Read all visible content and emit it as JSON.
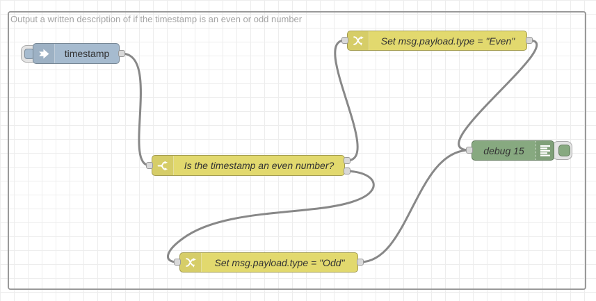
{
  "workspace": {
    "group": {
      "label": "Output a written description of if the timestamp is an even or odd number",
      "border_color": "#999999",
      "label_color": "#a4a4a4"
    },
    "nodes": {
      "inject": {
        "type": "inject",
        "label": "timestamp",
        "color": "#a6bbcf",
        "outputs": 1
      },
      "switch": {
        "type": "switch",
        "label": "Is the timestamp an even number?",
        "color": "#e2d96e",
        "outputs": 2
      },
      "change_even": {
        "type": "change",
        "label": "Set msg.payload.type = \"Even\"",
        "color": "#e2d96e",
        "outputs": 1
      },
      "change_odd": {
        "type": "change",
        "label": "Set msg.payload.type = \"Odd\"",
        "color": "#e2d96e",
        "outputs": 1
      },
      "debug": {
        "type": "debug",
        "label": "debug 15",
        "color": "#87a980",
        "outputs": 0
      }
    },
    "wires": [
      {
        "from": "inject",
        "to": "switch"
      },
      {
        "from": "switch:1",
        "to": "change_even"
      },
      {
        "from": "switch:2",
        "to": "change_odd"
      },
      {
        "from": "change_even",
        "to": "debug"
      },
      {
        "from": "change_odd",
        "to": "debug"
      }
    ],
    "colors": {
      "wire": "#888888",
      "port_fill": "#d9d9d9",
      "port_border": "#999999",
      "grid_line": "#ededed",
      "canvas_bg": "#ffffff",
      "node_label": "#333333"
    },
    "icons": {
      "inject": "inject-arrow-icon",
      "switch": "switch-fork-icon",
      "change": "change-shuffle-icon",
      "debug": "debug-lines-icon"
    }
  }
}
